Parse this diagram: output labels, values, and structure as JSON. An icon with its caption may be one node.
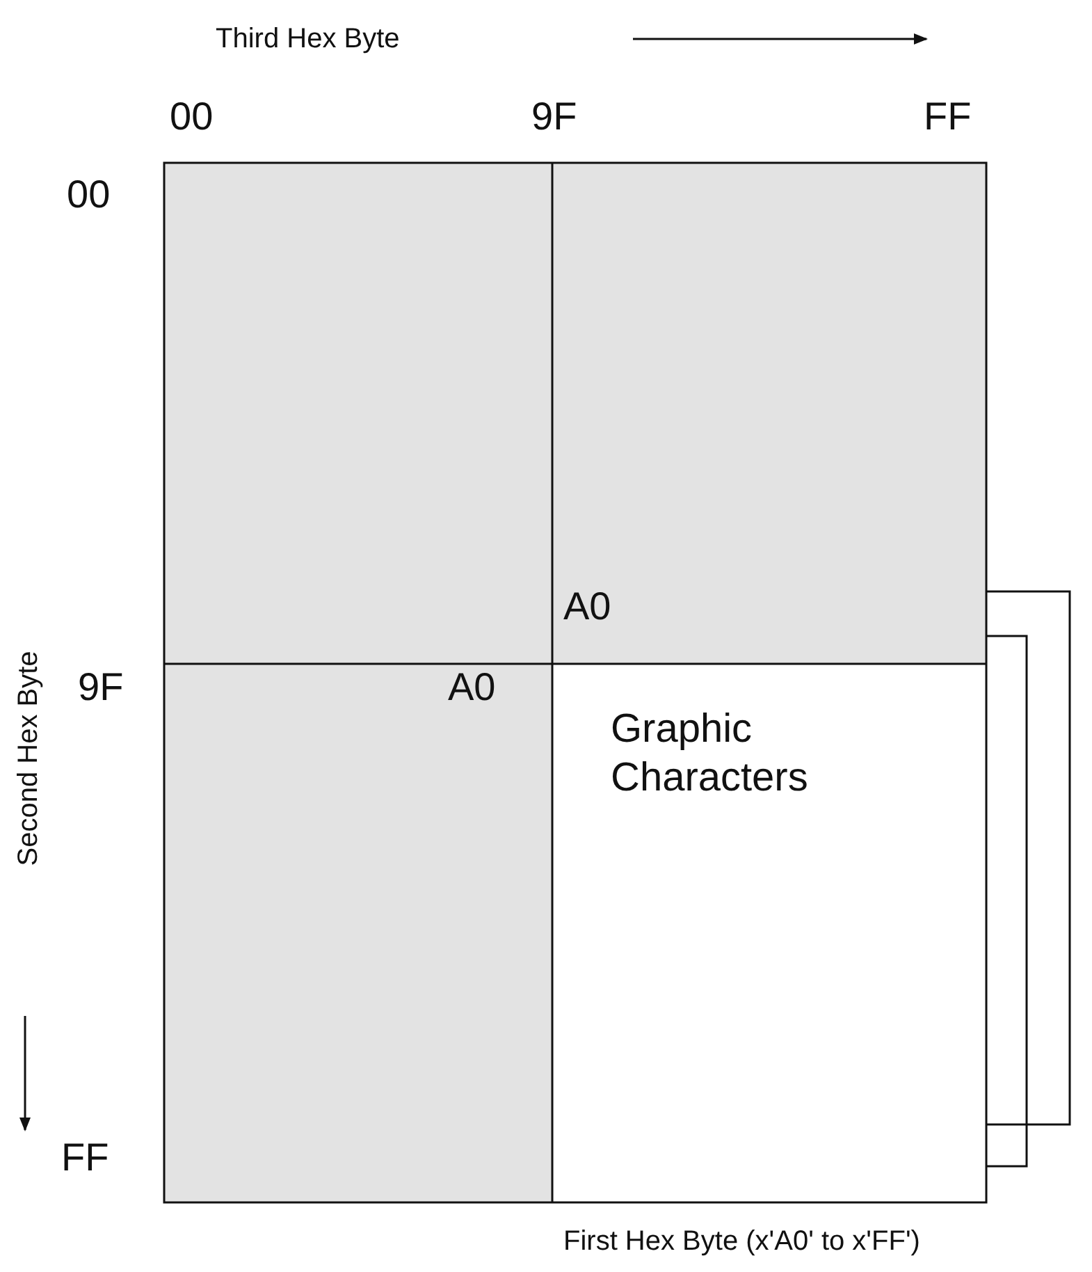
{
  "diagram": {
    "nodes": [
      {
        "text": [
          "Graphic Characters"
        ]
      }
    ],
    "labels": [
      "Third Hex Byte",
      "00",
      "9F",
      "FF",
      "00",
      "A0",
      "9F",
      "A0",
      "Second Hex Byte",
      "FF",
      "First Hex Byte (x'A0' to x'FF')"
    ]
  }
}
